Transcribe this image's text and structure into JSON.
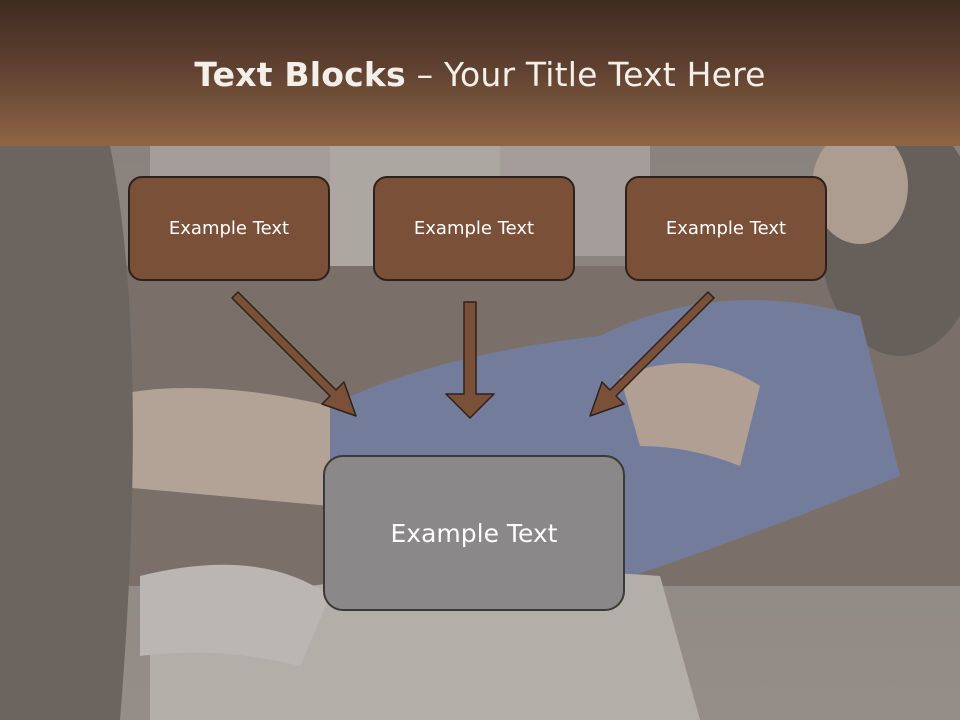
{
  "slide": {
    "title_bold": "Text Blocks",
    "title_rest": " – Your Title Text Here",
    "top_boxes": [
      {
        "label": "Example Text"
      },
      {
        "label": "Example Text"
      },
      {
        "label": "Example Text"
      }
    ],
    "bottom_box": {
      "label": "Example Text"
    }
  },
  "colors": {
    "header_dark": "#3f2c1f",
    "header_light": "#8f6546",
    "top_box_fill": "#7a5138",
    "bottom_box_fill": "#8a8888",
    "arrow_fill": "#7a5138"
  },
  "icons": [
    "arrow-diagonal-right-icon",
    "arrow-down-icon",
    "arrow-diagonal-left-icon"
  ]
}
